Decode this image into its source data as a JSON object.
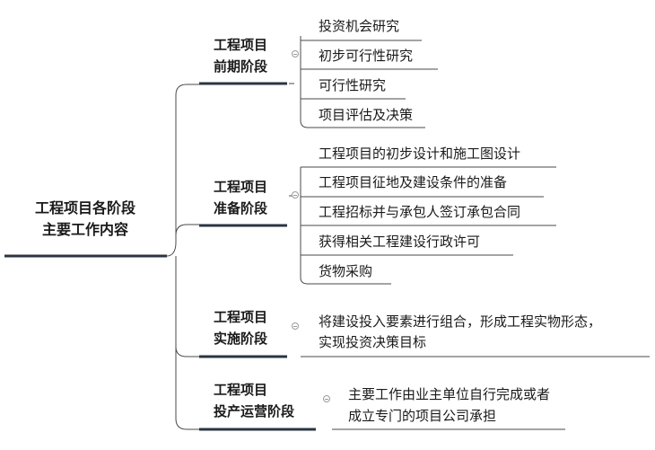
{
  "root": {
    "line1": "工程项目各阶段",
    "line2": "主要工作内容"
  },
  "stages": [
    {
      "line1": "工程项目",
      "line2": "前期阶段",
      "items": [
        "投资机会研究",
        "初步可行性研究",
        "可行性研究",
        "项目评估及决策"
      ]
    },
    {
      "line1": "工程项目",
      "line2": "准备阶段",
      "items": [
        "工程项目的初步设计和施工图设计",
        "工程项目征地及建设条件的准备",
        "工程招标并与承包人签订承包合同",
        "获得相关工程建设行政许可",
        "货物采购"
      ]
    },
    {
      "line1": "工程项目",
      "line2": "实施阶段",
      "items": [
        "将建设投入要素进行组合，形成工程实物形态，",
        "实现投资决策目标"
      ]
    },
    {
      "line1": "工程项目",
      "line2": "投产运营阶段",
      "items": [
        "主要工作由业主单位自行完成或者",
        "成立专门的项目公司承担"
      ]
    }
  ],
  "colors": {
    "root_underline": "#2b3441",
    "stage_underline": "#2b3441",
    "branch": "#4a4a4a"
  }
}
